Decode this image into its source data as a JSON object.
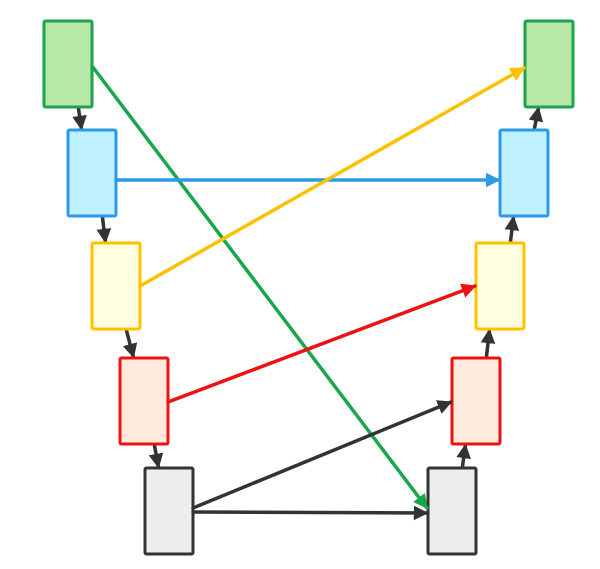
{
  "diagram": {
    "colors": {
      "green": {
        "fill": "#b7e8a7",
        "stroke": "#1aa64a"
      },
      "blue": {
        "fill": "#bff0ff",
        "stroke": "#2b9be8"
      },
      "yellow": {
        "fill": "#ffffe0",
        "stroke": "#ffc000"
      },
      "red": {
        "fill": "#ffeadb",
        "stroke": "#ee1111"
      },
      "gray": {
        "fill": "#eeeeee",
        "stroke": "#333333"
      },
      "chain": "#333333"
    },
    "left_stack": [
      {
        "id": "L1",
        "color": "green"
      },
      {
        "id": "L2",
        "color": "blue"
      },
      {
        "id": "L3",
        "color": "yellow"
      },
      {
        "id": "L4",
        "color": "red"
      },
      {
        "id": "L5",
        "color": "gray"
      }
    ],
    "right_stack": [
      {
        "id": "R1",
        "color": "green"
      },
      {
        "id": "R2",
        "color": "blue"
      },
      {
        "id": "R3",
        "color": "yellow"
      },
      {
        "id": "R4",
        "color": "red"
      },
      {
        "id": "R5",
        "color": "gray"
      }
    ],
    "chain_links": [
      {
        "from": "L1",
        "to": "L2"
      },
      {
        "from": "L2",
        "to": "L3"
      },
      {
        "from": "L3",
        "to": "L4"
      },
      {
        "from": "L4",
        "to": "L5"
      },
      {
        "from": "R5",
        "to": "R4"
      },
      {
        "from": "R4",
        "to": "R3"
      },
      {
        "from": "R3",
        "to": "R2"
      },
      {
        "from": "R2",
        "to": "R1"
      }
    ],
    "cross_links": [
      {
        "from": "L1",
        "to": "R5",
        "color": "green"
      },
      {
        "from": "L2",
        "to": "R2",
        "color": "blue"
      },
      {
        "from": "L3",
        "to": "R1",
        "color": "yellow"
      },
      {
        "from": "L4",
        "to": "R3",
        "color": "red"
      },
      {
        "from": "L5",
        "to": "R4",
        "color": "gray"
      },
      {
        "from": "L5",
        "to": "R5",
        "color": "gray"
      }
    ]
  }
}
